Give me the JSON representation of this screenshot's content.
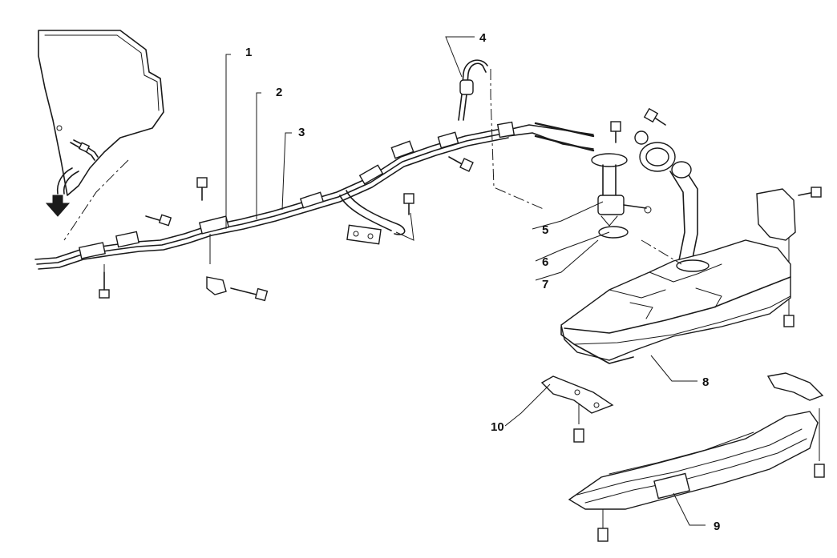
{
  "callouts": [
    "1",
    "2",
    "3",
    "4",
    "5",
    "6",
    "7",
    "8",
    "9",
    "10"
  ]
}
